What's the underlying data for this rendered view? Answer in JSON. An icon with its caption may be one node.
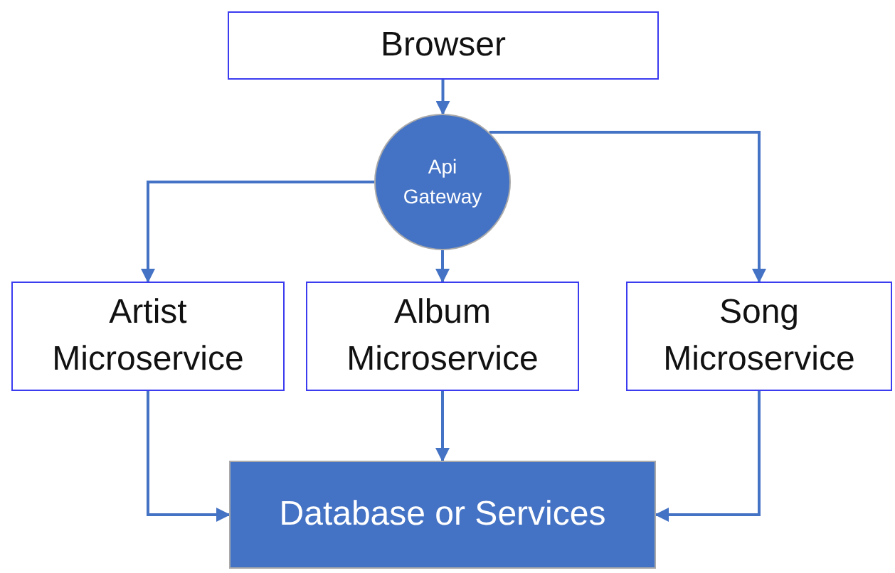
{
  "diagram": {
    "nodes": [
      {
        "text": [
          "Browser"
        ]
      },
      {
        "text": [
          "Api Gateway"
        ]
      },
      {
        "text": [
          "Artist Microservice"
        ]
      },
      {
        "text": [
          "Album Microservice"
        ]
      },
      {
        "text": [
          "Song Microservice"
        ]
      },
      {
        "text": [
          "Database or Services"
        ]
      }
    ],
    "edges": [
      {
        "from": 0,
        "to": 1,
        "arrow": "to"
      },
      {
        "from": 1,
        "to": 2,
        "arrow": "to"
      },
      {
        "from": 1,
        "to": 3,
        "arrow": "to"
      },
      {
        "from": 1,
        "to": 4,
        "arrow": "to"
      },
      {
        "from": 2,
        "to": 5,
        "arrow": "to"
      },
      {
        "from": 3,
        "to": 5,
        "arrow": "to"
      },
      {
        "from": 4,
        "to": 5,
        "arrow": "to"
      }
    ]
  }
}
